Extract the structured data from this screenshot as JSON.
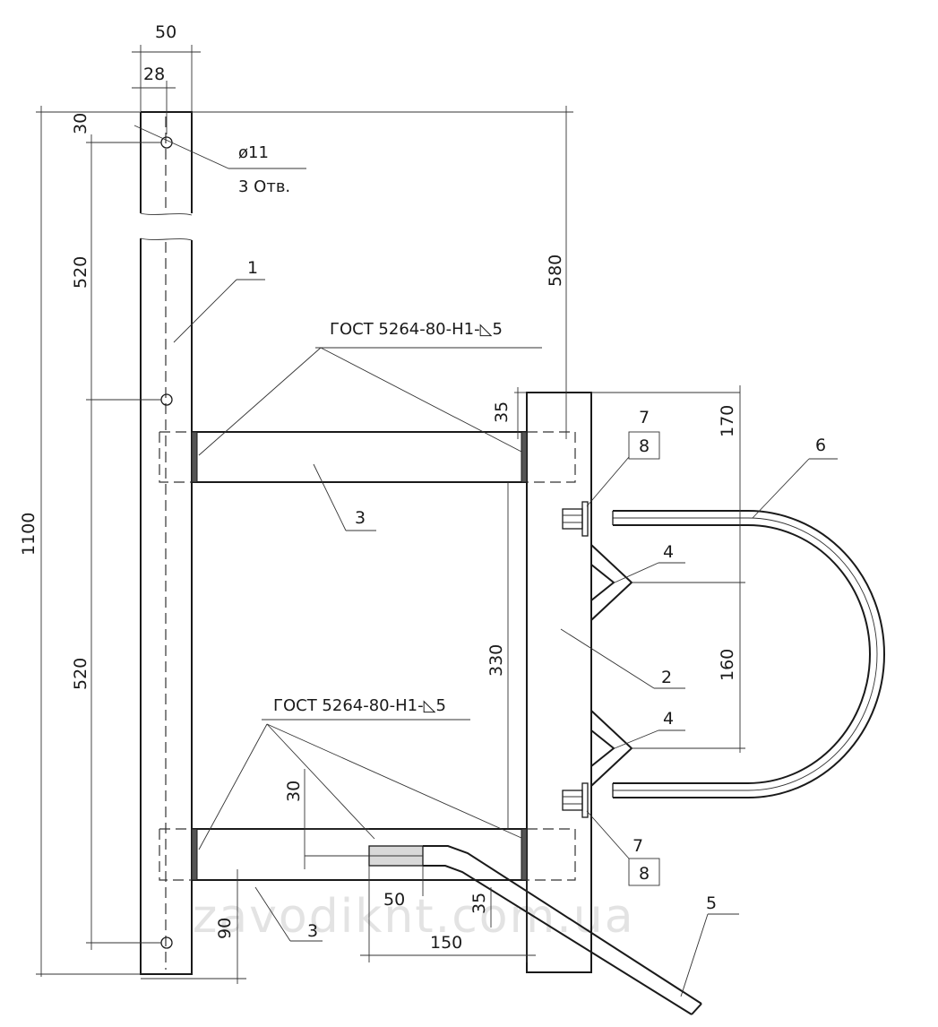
{
  "dimensions": {
    "d50_top": "50",
    "d28_top": "28",
    "d30_left": "30",
    "d520_upper": "520",
    "d520_lower": "520",
    "d1100": "1100",
    "d580": "580",
    "d35_top": "35",
    "d170": "170",
    "d330": "330",
    "d160": "160",
    "d30_bottom": "30",
    "d50_bottom": "50",
    "d35_bottom": "35",
    "d150": "150",
    "d90": "90"
  },
  "hole_note": {
    "diameter": "ø11",
    "count": "3 Отв."
  },
  "weld_notes": {
    "upper": "ГОСТ 5264-80-Н1-◺5",
    "lower": "ГОСТ 5264-80-Н1-◺5"
  },
  "part_numbers": {
    "p1": "1",
    "p2": "2",
    "p3_upper": "3",
    "p3_lower": "3",
    "p4_upper": "4",
    "p4_lower": "4",
    "p5": "5",
    "p6": "6",
    "p7_upper": "7",
    "p8_upper": "8",
    "p7_lower": "7",
    "p8_lower": "8"
  },
  "watermark": "zavodiknt.com.ua"
}
